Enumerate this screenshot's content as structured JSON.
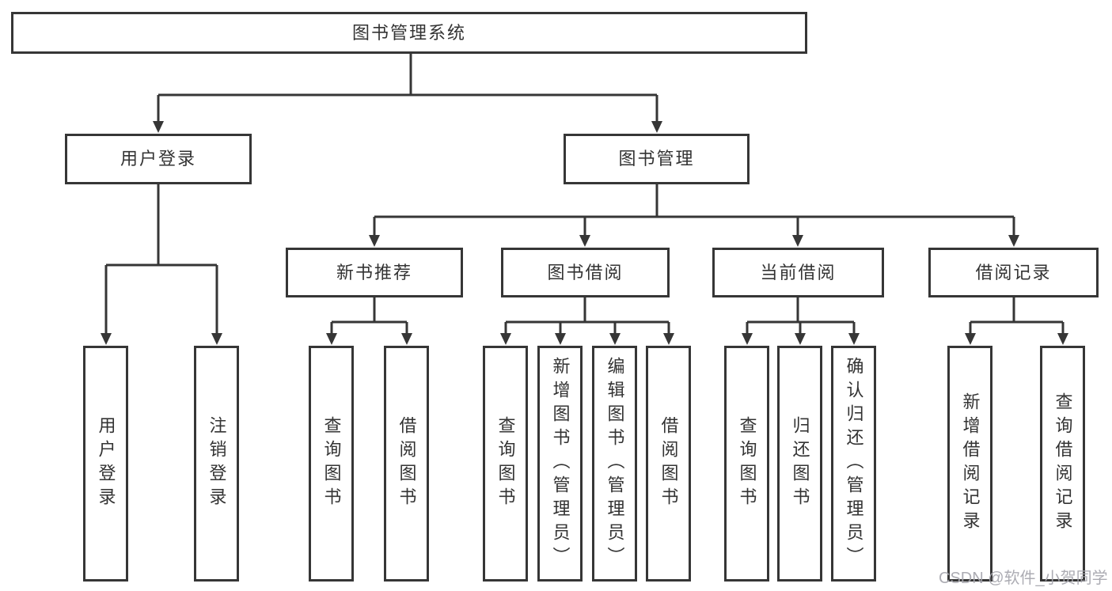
{
  "diagram": {
    "root": {
      "label": "图书管理系统"
    },
    "level2": {
      "user_login": {
        "label": "用户登录"
      },
      "book_management": {
        "label": "图书管理"
      }
    },
    "level3": {
      "new_book_recommend": {
        "label": "新书推荐"
      },
      "book_borrow": {
        "label": "图书借阅"
      },
      "current_borrow": {
        "label": "当前借阅"
      },
      "borrow_records": {
        "label": "借阅记录"
      }
    },
    "leaves": {
      "user_login_leaf": "用户登录",
      "logout": "注销登录",
      "recommend_query_books": "查询图书",
      "recommend_borrow_books": "借阅图书",
      "borrow_query_books": "查询图书",
      "borrow_add_books": "新增图书（管理员）",
      "borrow_edit_books": "编辑图书（管理员）",
      "borrow_borrow_books": "借阅图书",
      "current_query_books": "查询图书",
      "current_return_books": "归还图书",
      "current_confirm_return": "确认归还（管理员）",
      "records_add": "新增借阅记录",
      "records_query": "查询借阅记录"
    }
  },
  "watermark": "CSDN @软件_小贺同学",
  "colors": {
    "line": "#363636",
    "text": "#333333",
    "background": "#ffffff",
    "watermark": "#a5a5ac"
  }
}
